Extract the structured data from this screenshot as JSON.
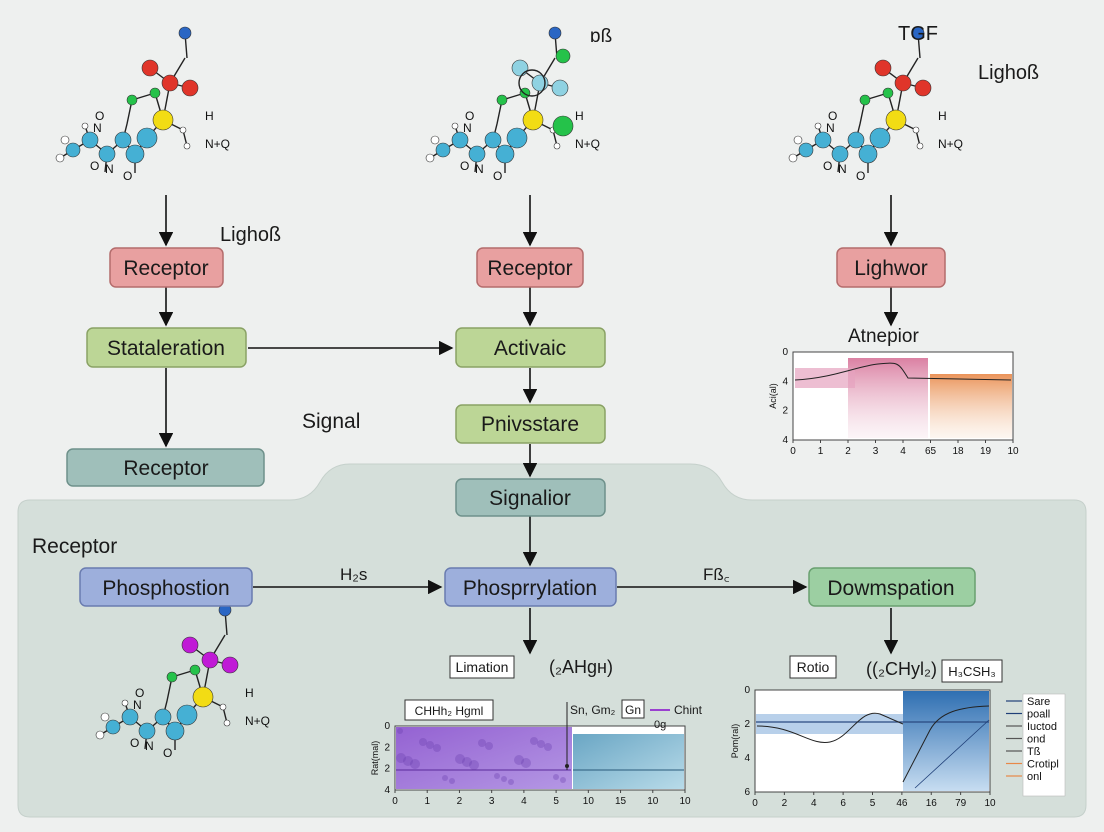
{
  "colors": {
    "background": "#eef0ef",
    "panel": "#d5dfda",
    "red_box": "#e8a0a0",
    "green_box": "#bcd696",
    "teal_box": "#9fbfba",
    "blue_box": "#9dafdc",
    "mint_box": "#9ccfa2",
    "atom_blue": "#45b0d4",
    "atom_green": "#25c24a",
    "atom_yellow": "#f2dc14",
    "atom_red": "#e0352a",
    "atom_purple": "#c01ad6"
  },
  "labels": {
    "lighoss_left": "Lighoß",
    "tgf": "TGF",
    "lighoss_right": "Lighoß",
    "top_center": "ɒß",
    "signal": "Signal",
    "panel_receptor": "Receptor",
    "h2s": "H₂s",
    "fbc": "Fß꜀",
    "atnepior": "Atnepior",
    "limation": "Limation",
    "ahgh": "(₂AHgн)",
    "ratio": "Rotio",
    "c2chy2": "((₂CHyl₂)",
    "h3csh3": "H₃CSH₃",
    "chhh": "CHHh₂ Hgml",
    "sn_gm": "Sn, Gm₂",
    "gn": "Gn",
    "chint": "Chint",
    "og": "0g"
  },
  "molecule_labels": {
    "o": "O",
    "n_o": "N",
    "n_q": "N+Q",
    "h": "H"
  },
  "boxes": {
    "receptor_1": "Receptor",
    "receptor_2": "Receptor",
    "lighwor": "Lighwor",
    "stataleration": "Stataleration",
    "activaic": "Activaic",
    "receptor_3": "Receptor",
    "pnivsstare": "Pnivsstare",
    "signalior": "Signalior",
    "phosphostion": "Phosphostion",
    "phosprrylation": "Phosprrylation",
    "downspation": "Dowmspation"
  },
  "chart_data": [
    {
      "type": "area",
      "ylabel": "Aci(al)",
      "x_ticks": [
        "0",
        "1",
        "2",
        "3",
        "4",
        "65",
        "18",
        "19",
        "10"
      ],
      "y_ticks": [
        "0",
        "4",
        "2",
        "4"
      ]
    },
    {
      "type": "heatmap",
      "ylabel": "Rat(mal)",
      "x_ticks": [
        "0",
        "1",
        "2",
        "3",
        "4",
        "5",
        "10",
        "15",
        "10",
        "10"
      ],
      "y_ticks": [
        "0",
        "2",
        "2",
        "4"
      ]
    },
    {
      "type": "line",
      "ylabel": "Pom(ral)",
      "x_ticks": [
        "0",
        "2",
        "4",
        "6",
        "5",
        "46",
        "16",
        "79",
        "10"
      ],
      "y_ticks": [
        "0",
        "2",
        "4",
        "6"
      ],
      "legend": [
        "Sare",
        "poall",
        "Iuctod",
        "ond",
        "Tß",
        "Crotipl",
        "onl"
      ]
    }
  ]
}
